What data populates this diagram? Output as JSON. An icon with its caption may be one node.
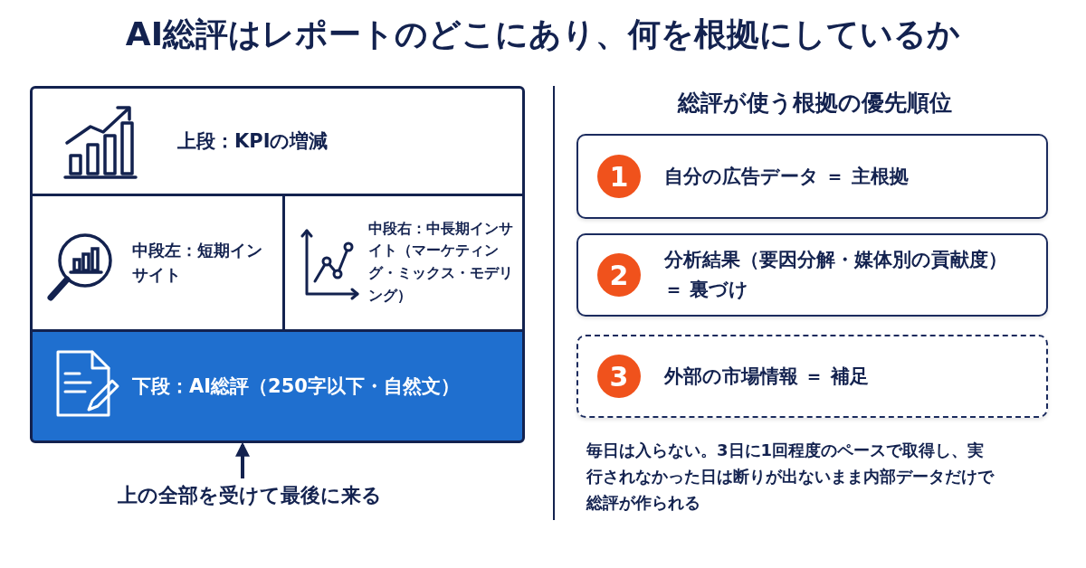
{
  "diagram": {
    "title": "AI総評はレポートのどこにあり、何を根拠にしているか",
    "nodes": [
      {
        "text": [
          "上段：KPIの増減"
        ]
      },
      {
        "text": [
          "中段左：短期インサイト"
        ]
      },
      {
        "text": [
          "中段右：中長期インサイト（マーケティング・ミックス・モデリング）"
        ]
      },
      {
        "text": [
          "下段：AI総評（250字以下・自然文）"
        ]
      },
      {
        "text": [
          "上の全部を受けて最後に来る"
        ]
      },
      {
        "text": [
          "自分の広告データ ＝ 主根拠"
        ]
      },
      {
        "text": [
          "1"
        ],
        "in": 5
      },
      {
        "text": [
          "分析結果（要因分解・媒体別の貢献度）＝ 裏づけ"
        ]
      },
      {
        "text": [
          "2"
        ],
        "in": 7
      },
      {
        "text": [
          "外部の市場情報 ＝ 補足"
        ]
      },
      {
        "text": [
          "3"
        ],
        "in": 9
      }
    ],
    "edges": [
      {
        "from": 4,
        "to": 3,
        "arrow": "to"
      }
    ],
    "labels": [
      "総評が使う根拠の優先順位",
      "毎日は入らない。3日に1回程度のペースで取得し、実行されなかった日は断りが出ないまま内部データだけで総評が作られる"
    ]
  }
}
